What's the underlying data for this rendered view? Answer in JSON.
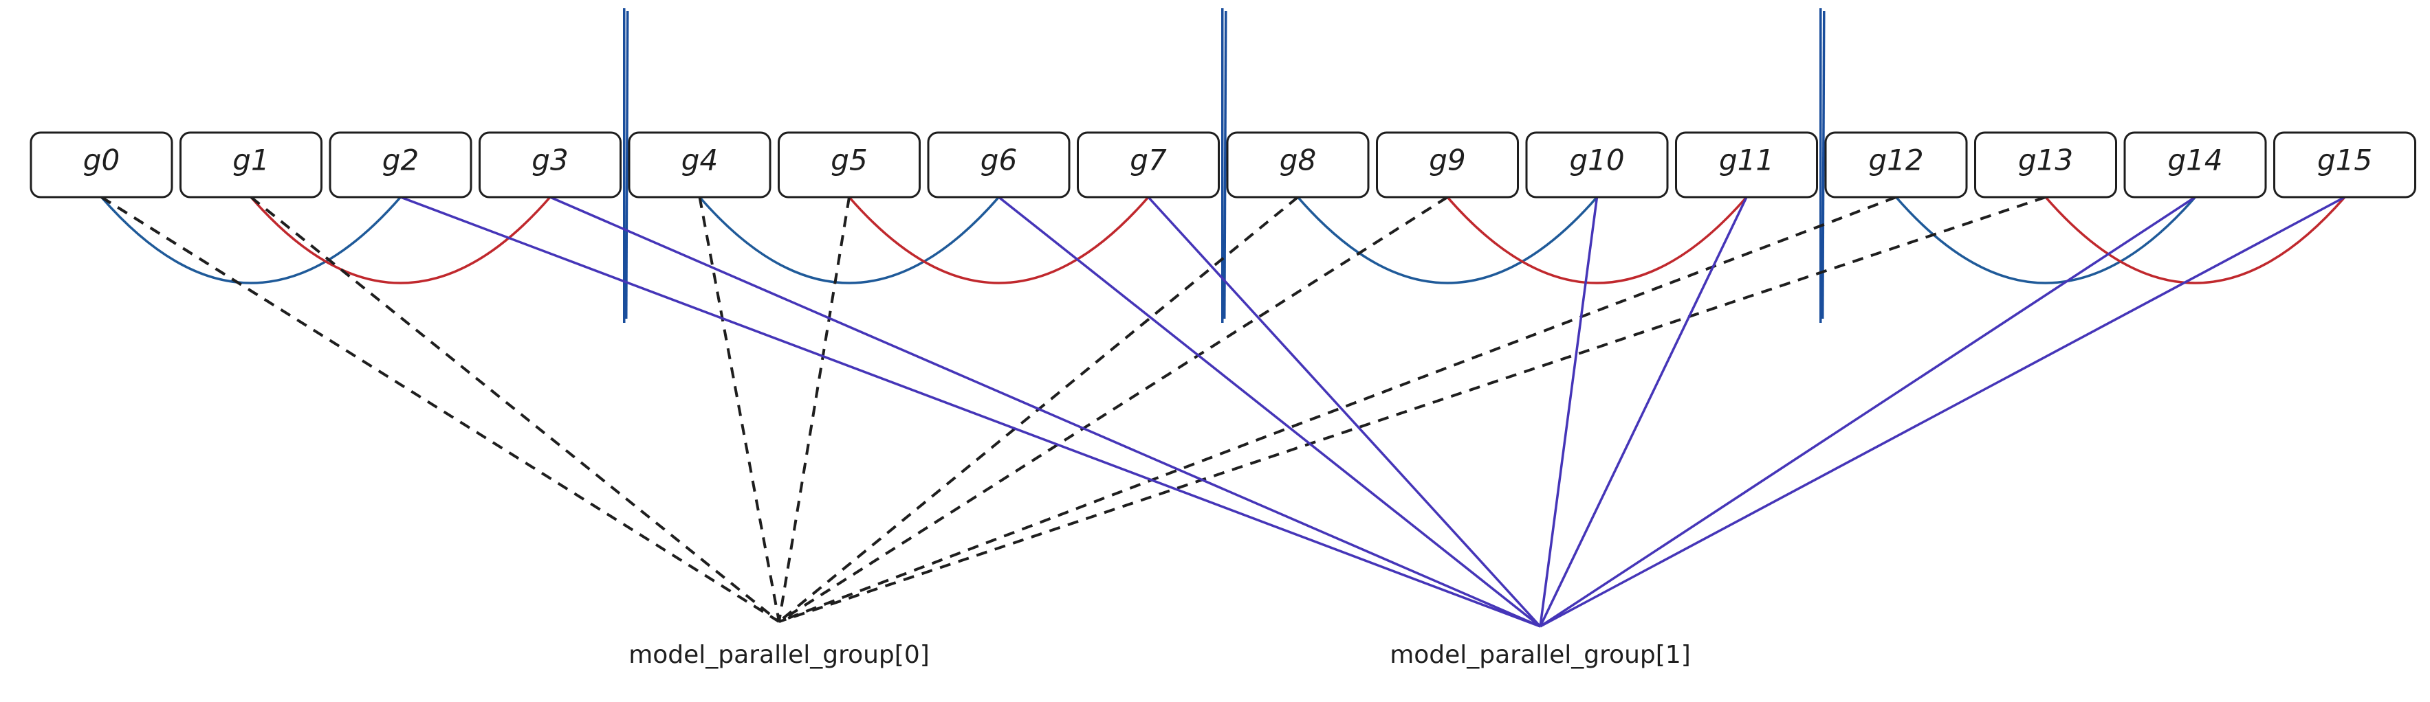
{
  "gpus": [
    {
      "label": "g0"
    },
    {
      "label": "g1"
    },
    {
      "label": "g2"
    },
    {
      "label": "g3"
    },
    {
      "label": "g4"
    },
    {
      "label": "g5"
    },
    {
      "label": "g6"
    },
    {
      "label": "g7"
    },
    {
      "label": "g8"
    },
    {
      "label": "g9"
    },
    {
      "label": "g10"
    },
    {
      "label": "g11"
    },
    {
      "label": "g12"
    },
    {
      "label": "g13"
    },
    {
      "label": "g14"
    },
    {
      "label": "g15"
    }
  ],
  "groups": [
    {
      "label": "model_parallel_group[0]",
      "members": [
        0,
        1,
        4,
        5,
        8,
        9,
        12,
        13
      ],
      "style": "dashed",
      "color": "#1e1e1e"
    },
    {
      "label": "model_parallel_group[1]",
      "members": [
        2,
        3,
        6,
        7,
        10,
        11,
        14,
        15
      ],
      "style": "solid",
      "color": "#4535b8"
    }
  ],
  "pairs": [
    {
      "from": 0,
      "to": 2,
      "color": "#1f5a99"
    },
    {
      "from": 1,
      "to": 3,
      "color": "#c0282d"
    },
    {
      "from": 4,
      "to": 6,
      "color": "#1f5a99"
    },
    {
      "from": 5,
      "to": 7,
      "color": "#c0282d"
    },
    {
      "from": 8,
      "to": 10,
      "color": "#1f5a99"
    },
    {
      "from": 9,
      "to": 11,
      "color": "#c0282d"
    },
    {
      "from": 12,
      "to": 14,
      "color": "#1f5a99"
    },
    {
      "from": 13,
      "to": 15,
      "color": "#c0282d"
    }
  ],
  "dividers_after": [
    3,
    7,
    11
  ],
  "colors": {
    "divider": "#1a4e9c",
    "box_stroke": "#1e1e1e"
  }
}
